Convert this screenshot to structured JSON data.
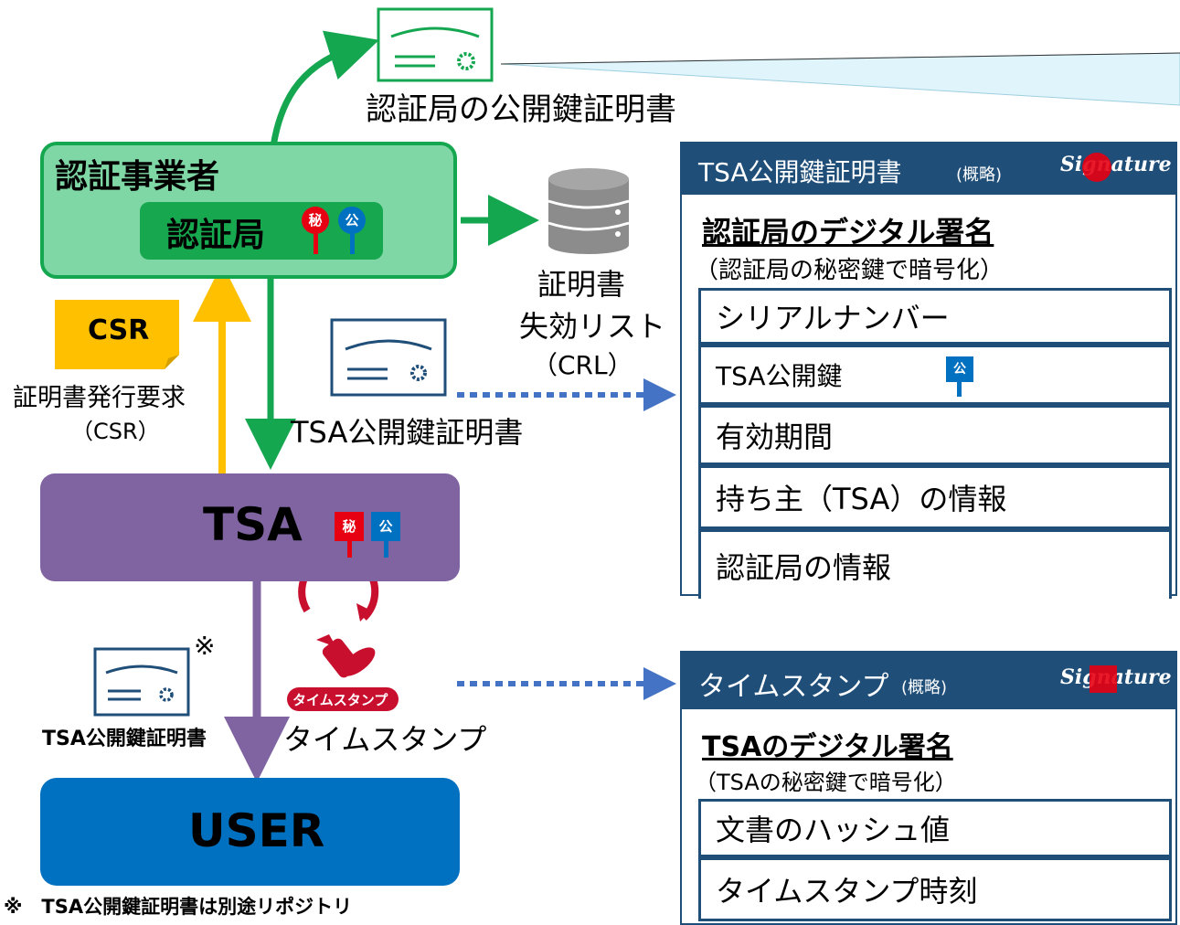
{
  "title_top_cert": "認証局の公開鍵証明書",
  "ca": {
    "operator": "認証事業者",
    "authority": "認証局",
    "key_private": "秘",
    "key_public": "公"
  },
  "crl": {
    "line1": "証明書",
    "line2": "失効リスト",
    "line3": "（CRL）"
  },
  "csr": {
    "badge": "CSR",
    "line1": "証明書発行要求",
    "line2": "（CSR）"
  },
  "tsa_cert_label": "TSA公開鍵証明書",
  "tsa": {
    "label": "TSA",
    "key_private": "秘",
    "key_public": "公"
  },
  "user": {
    "label": "USER"
  },
  "user_cert_label": "TSA公開鍵証明書",
  "user_cert_mark": "※",
  "timestamp": {
    "stamp_label": "タイムスタンプ",
    "label": "タイムスタンプ"
  },
  "footnote": "※　TSA公開鍵証明書は別途リポジトリ",
  "cert_panel": {
    "title": "TSA公開鍵証明書",
    "title_note": "(概略)",
    "signature": "Signature",
    "sig_label": "認証局のデジタル署名",
    "sig_note": "（認証局の秘密鍵で暗号化）",
    "rows": [
      "シリアルナンバー",
      "TSA公開鍵",
      "有効期間",
      "持ち主（TSA）の情報",
      "認証局の情報"
    ],
    "row_key": "公"
  },
  "ts_panel": {
    "title": "タイムスタンプ",
    "title_note": "(概略)",
    "signature": "Signature",
    "sig_label": "TSAのデジタル署名",
    "sig_note": "（TSAの秘密鍵で暗号化）",
    "rows": [
      "文書のハッシュ値",
      "タイムスタンプ時刻"
    ]
  },
  "colors": {
    "green": "#14a750",
    "purple": "#8064a2",
    "blue": "#0070c0",
    "navy": "#1f4e79",
    "yellow": "#ffc000",
    "red": "#e60012"
  }
}
